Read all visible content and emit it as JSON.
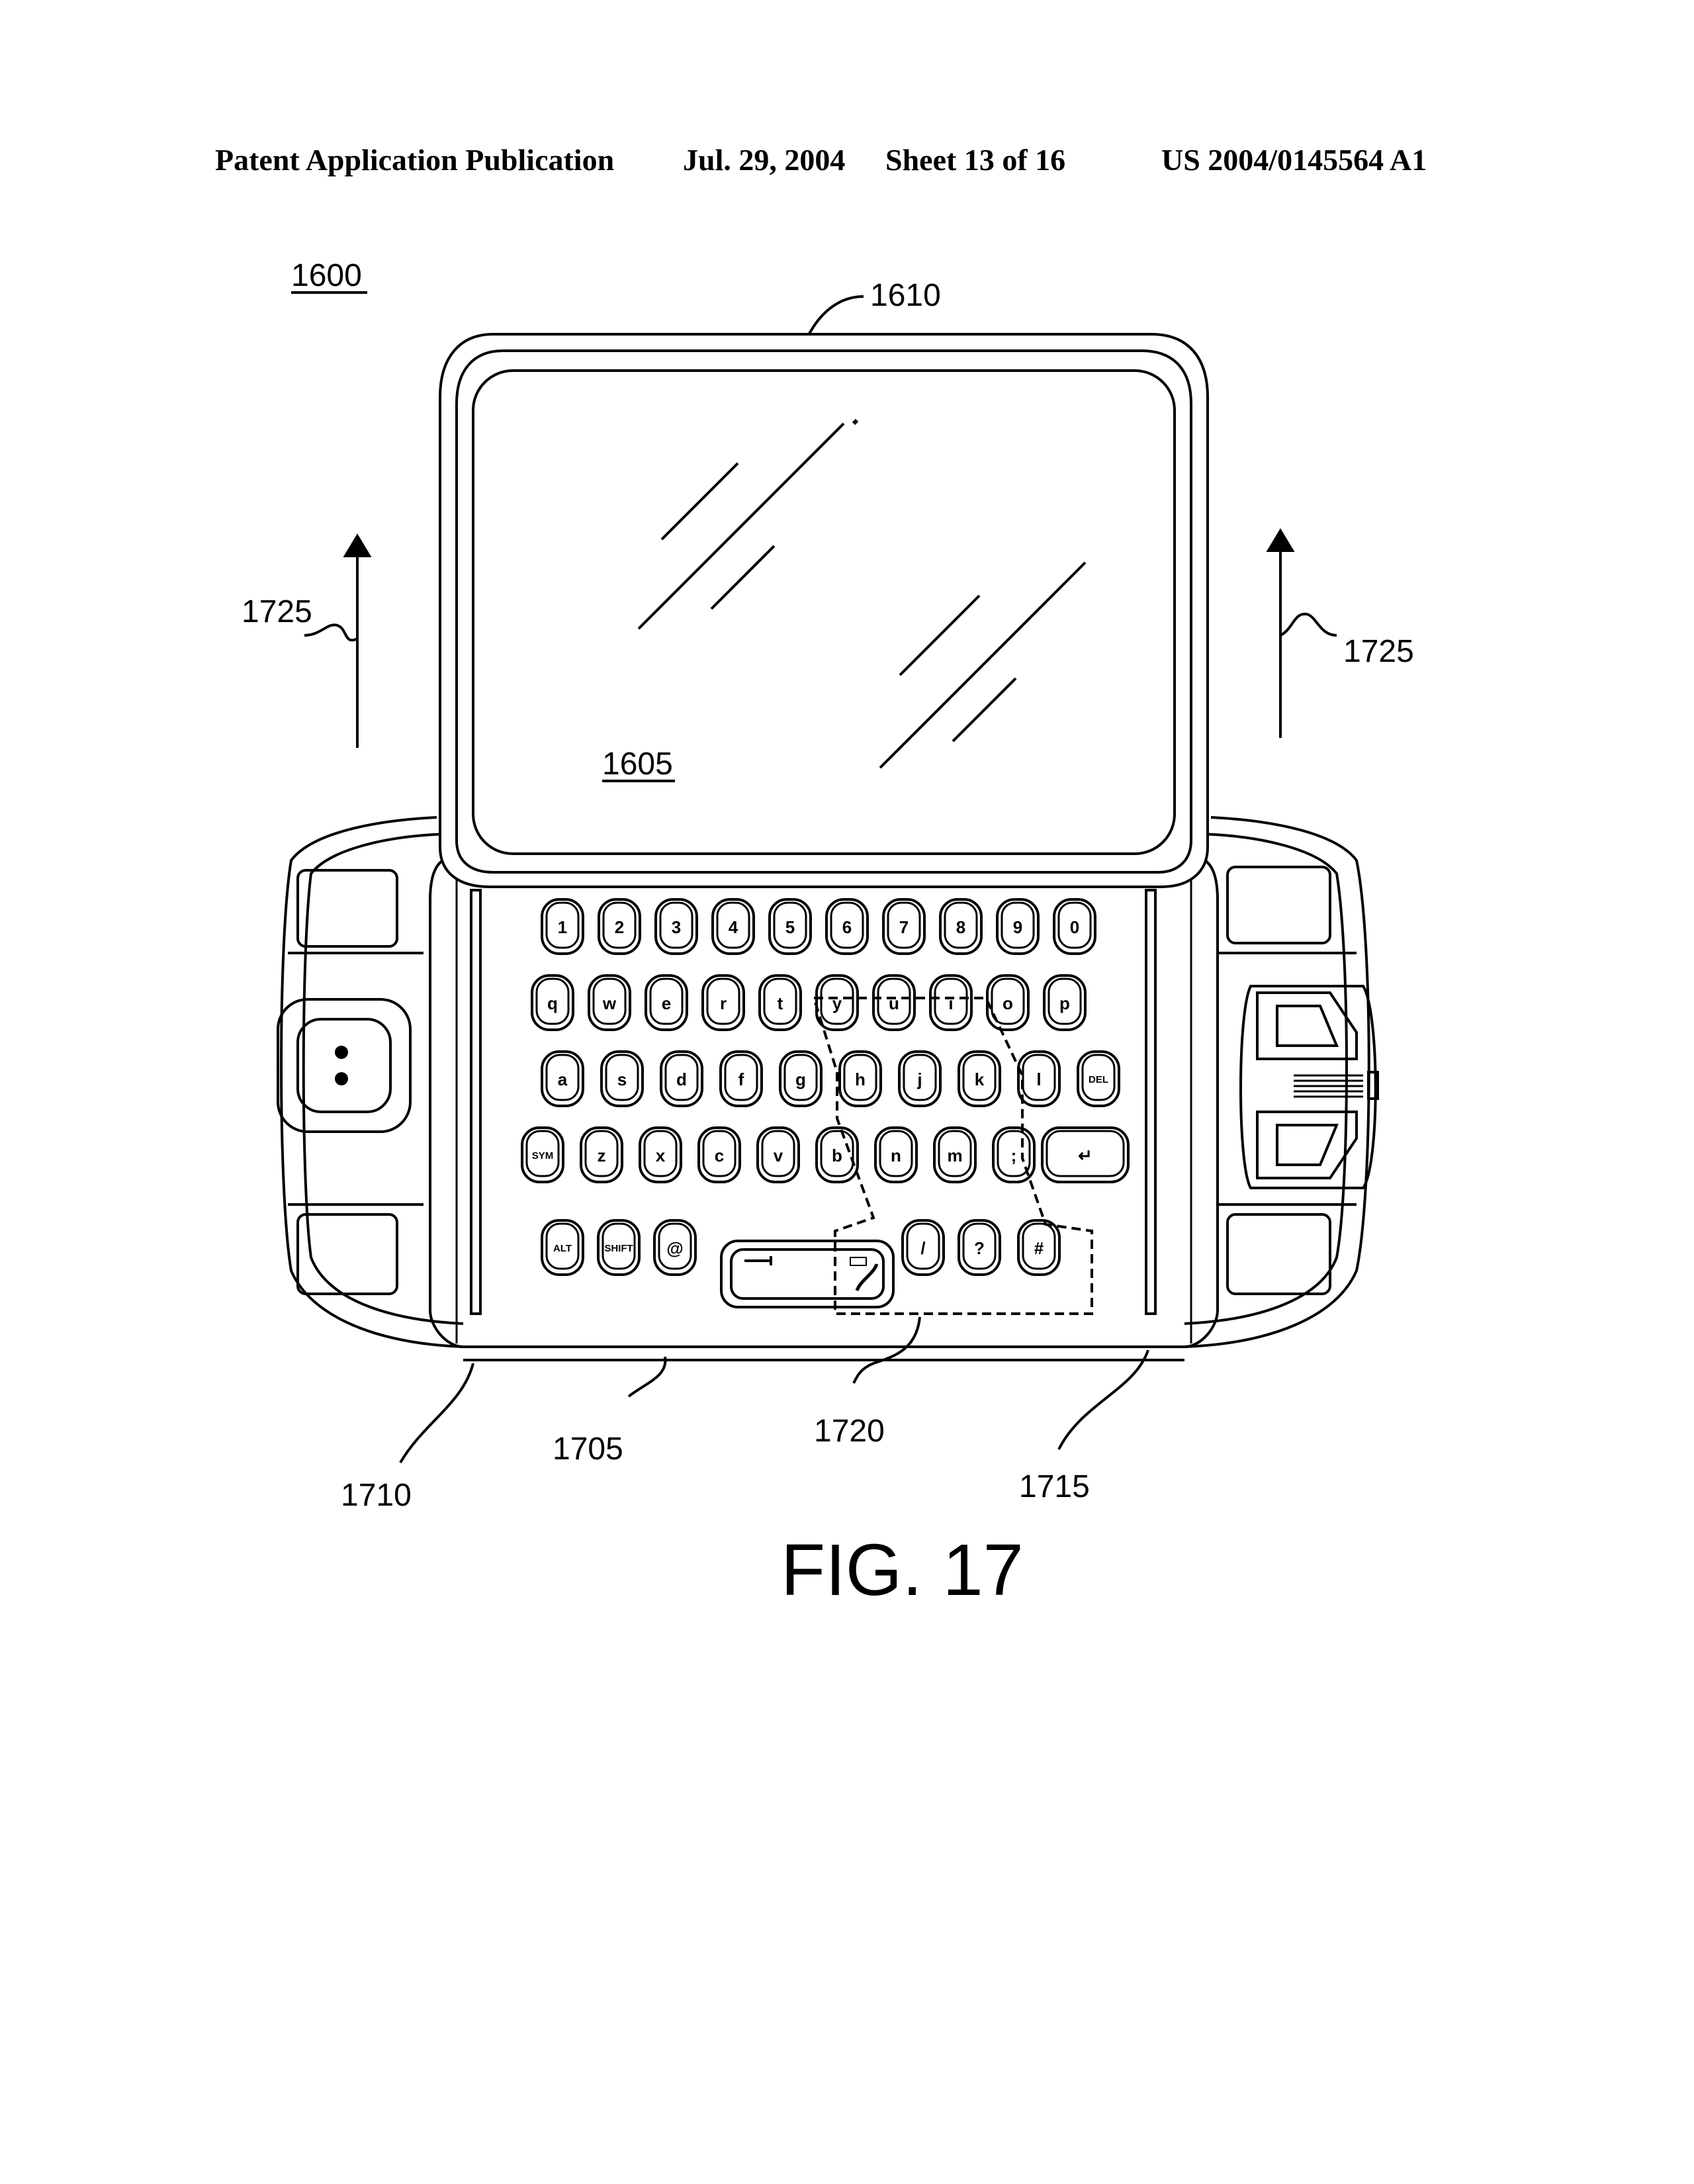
{
  "header": {
    "publication": "Patent Application Publication",
    "date": "Jul. 29, 2004",
    "sheet": "Sheet 13 of 16",
    "number": "US 2004/0145564 A1"
  },
  "figure": {
    "caption": "FIG. 17",
    "labels": {
      "device": "1600",
      "screen_housing": "1610",
      "display": "1605",
      "arrow_left": "1725",
      "arrow_right": "1725",
      "keyboard": "1705",
      "rail_left": "1710",
      "keypad_region": "1720",
      "rail_right": "1715"
    },
    "keyboard_rows": [
      [
        "1",
        "2",
        "3",
        "4",
        "5",
        "6",
        "7",
        "8",
        "9",
        "0"
      ],
      [
        "q",
        "w",
        "e",
        "r",
        "t",
        "y",
        "u",
        "i",
        "o",
        "p"
      ],
      [
        "a",
        "s",
        "d",
        "f",
        "g",
        "h",
        "j",
        "k",
        "l",
        "DEL"
      ],
      [
        "SYM",
        "z",
        "x",
        "c",
        "v",
        "b",
        "n",
        "m",
        ";",
        "↵"
      ],
      [
        "ALT",
        "SHIFT",
        "@",
        "/",
        "?",
        "#"
      ]
    ]
  }
}
